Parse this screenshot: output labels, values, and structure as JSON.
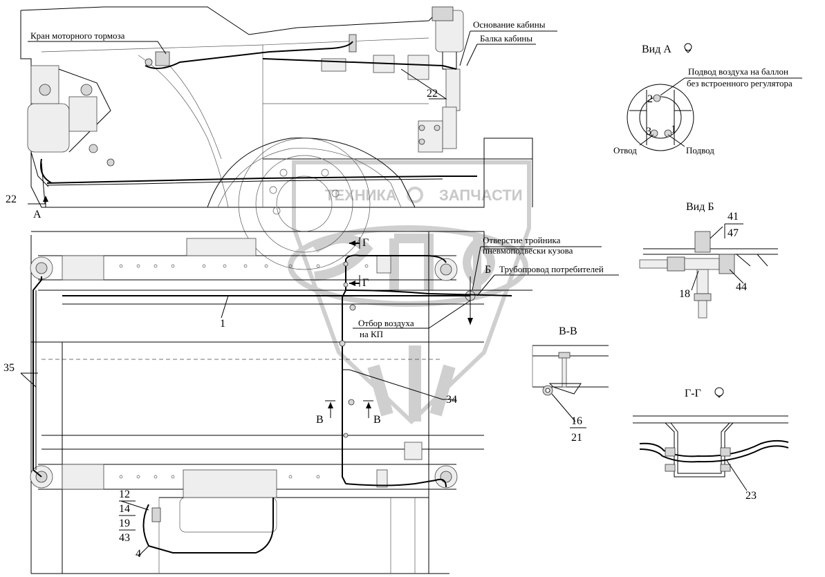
{
  "watermark": {
    "left": "ТЕХНИКА",
    "right": "ЗАПЧАСТИ"
  },
  "labels": {
    "engine_brake_valve": "Кран моторного тормоза",
    "cab_base": "Основание кабины",
    "cab_beam": "Балка кабины",
    "tee_hole_line1": "Отверстие тройника",
    "tee_hole_line2": "пневмоподвески кузова",
    "consumer_pipeline": "Трубопровод потребителей",
    "air_takeoff_line1": "Отбор воздуха",
    "air_takeoff_line2": "на КП"
  },
  "markers": {
    "view_a_arrow": "А",
    "section_g": "Г",
    "section_b_marker": "Б",
    "section_v": "В"
  },
  "views": {
    "view_a": {
      "title": "Вид А",
      "air_supply_line1": "Подвод воздуха на баллон",
      "air_supply_line2": "без встроенного регулятора",
      "outlet": "Отвод",
      "inlet": "Подвод",
      "port_1": "1",
      "port_2": "2",
      "port_3": "3"
    },
    "view_b": {
      "title": "Вид Б"
    },
    "section_vv": {
      "title": "В-В"
    },
    "section_gg": {
      "title": "Г-Г"
    }
  },
  "callouts": {
    "c22_top": "22",
    "c22_left": "22",
    "c1": "1",
    "c35": "35",
    "c34": "34",
    "c4": "4",
    "c12": "12",
    "c14": "14",
    "c19": "19",
    "c43": "43",
    "c41": "41",
    "c47": "47",
    "c18": "18",
    "c44": "44",
    "c16": "16",
    "c21": "21",
    "c23": "23"
  }
}
